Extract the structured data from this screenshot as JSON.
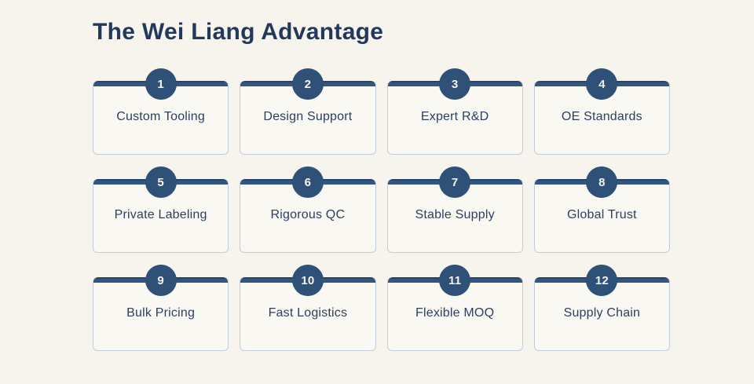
{
  "page": {
    "title": "The Wei Liang Advantage"
  },
  "colors": {
    "page_background": "#F7F4EE",
    "card_background": "#FAF8F3",
    "card_border": "#C3CCDA",
    "accent_navy": "#2F5178",
    "accent_navy_dark": "#27436B",
    "title_text": "#22395B",
    "label_text": "#2C3F5E",
    "badge_text": "#F6F4EF"
  },
  "cards": [
    {
      "number": "1",
      "label": "Custom Tooling"
    },
    {
      "number": "2",
      "label": "Design Support"
    },
    {
      "number": "3",
      "label": "Expert R&D"
    },
    {
      "number": "4",
      "label": "OE Standards"
    },
    {
      "number": "5",
      "label": "Private Labeling"
    },
    {
      "number": "6",
      "label": "Rigorous QC"
    },
    {
      "number": "7",
      "label": "Stable Supply"
    },
    {
      "number": "8",
      "label": "Global Trust"
    },
    {
      "number": "9",
      "label": "Bulk Pricing"
    },
    {
      "number": "10",
      "label": "Fast Logistics"
    },
    {
      "number": "11",
      "label": "Flexible MOQ"
    },
    {
      "number": "12",
      "label": "Supply Chain"
    }
  ]
}
